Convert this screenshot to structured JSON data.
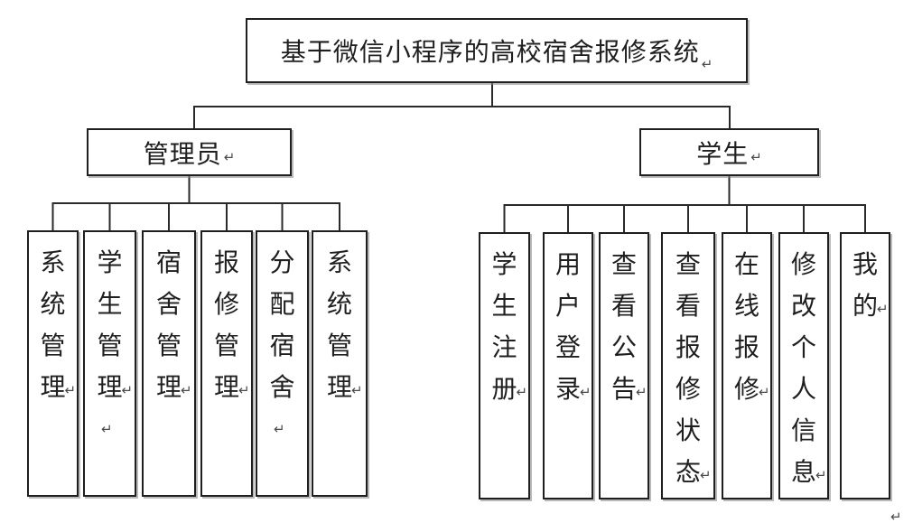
{
  "page": {
    "background": "#ffffff",
    "line_color": "#2a2a2a",
    "return_mark": "↵",
    "trailing_return_mark": "↵"
  },
  "diagram": {
    "root": {
      "label": "基于微信小程序的高校宿舍报修系统",
      "inline_return": true
    },
    "branches": [
      {
        "label": "管理员",
        "inline_return": true,
        "children": [
          {
            "label": "系统管理",
            "inline_return": true,
            "extra_return": false
          },
          {
            "label": "学生管理",
            "inline_return": true,
            "extra_return": true
          },
          {
            "label": "宿舍管理",
            "inline_return": true,
            "extra_return": false
          },
          {
            "label": "报修管理",
            "inline_return": true,
            "extra_return": false
          },
          {
            "label": "分配宿舍",
            "inline_return": false,
            "extra_return": true
          },
          {
            "label": "系统管理",
            "inline_return": true,
            "extra_return": false
          }
        ]
      },
      {
        "label": "学生",
        "inline_return": true,
        "children": [
          {
            "label": "学生注册",
            "inline_return": true,
            "extra_return": false
          },
          {
            "label": "用户登录",
            "inline_return": true,
            "extra_return": false
          },
          {
            "label": "查看公告",
            "inline_return": true,
            "extra_return": false
          },
          {
            "label": "查看报修状态",
            "inline_return": true,
            "extra_return": false
          },
          {
            "label": "在线报修",
            "inline_return": true,
            "extra_return": false
          },
          {
            "label": "修改个人信息",
            "inline_return": true,
            "extra_return": false
          },
          {
            "label": "我的",
            "inline_return": true,
            "extra_return": false
          }
        ]
      }
    ]
  }
}
